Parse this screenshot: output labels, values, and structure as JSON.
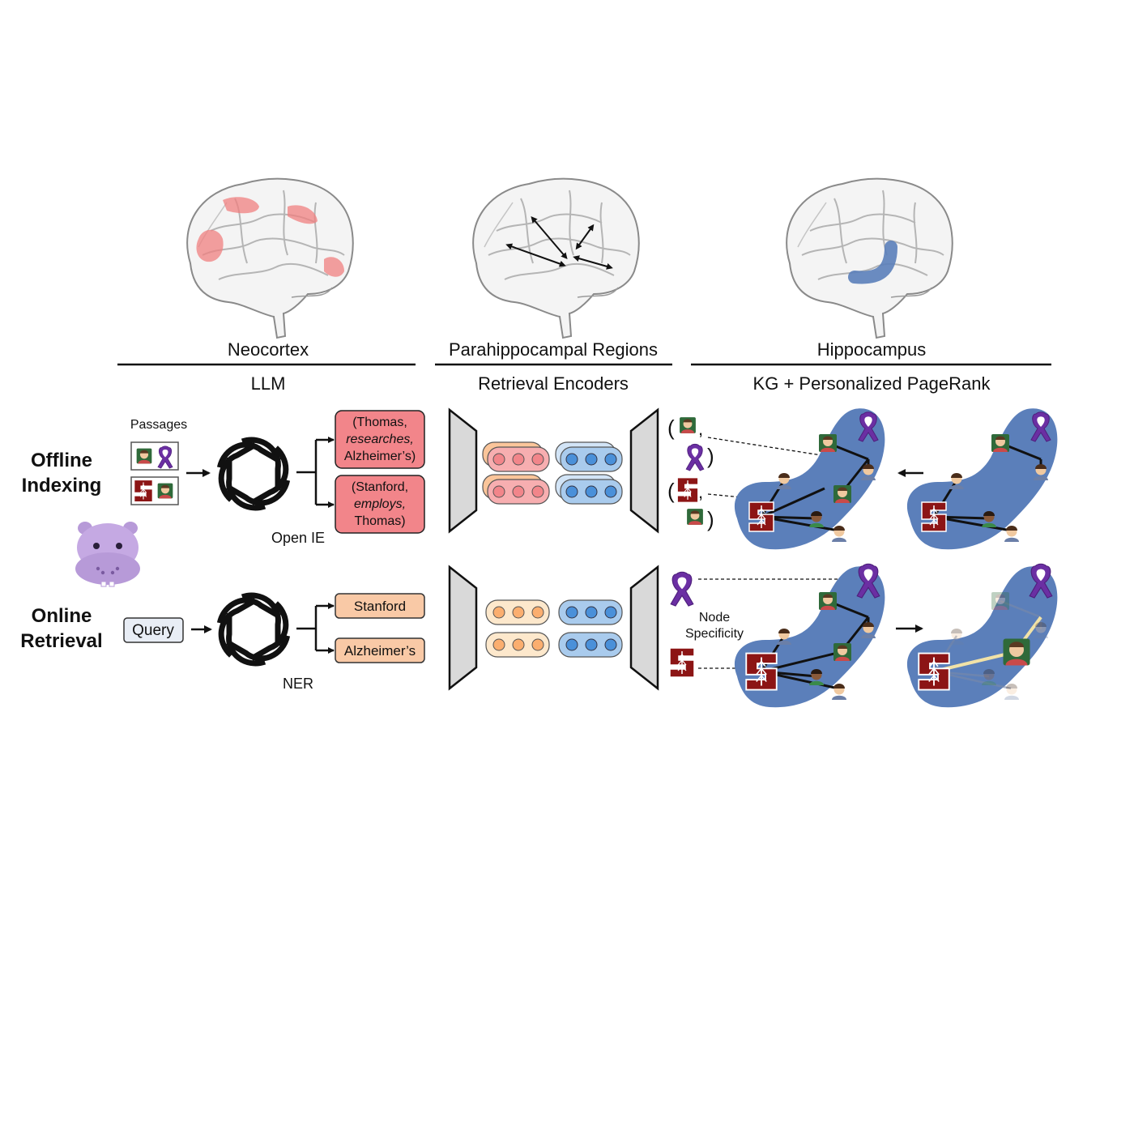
{
  "columns": {
    "neocortex": {
      "region": "Neocortex",
      "component": "LLM"
    },
    "parahippocampal": {
      "region": "Parahippocampal Regions",
      "component": "Retrieval Encoders"
    },
    "hippocampus": {
      "region": "Hippocampus",
      "component": "KG + Personalized PageRank"
    }
  },
  "rows": {
    "offline": {
      "line1": "Offline",
      "line2": "Indexing"
    },
    "online": {
      "line1": "Online",
      "line2": "Retrieval"
    }
  },
  "offline": {
    "passages_label": "Passages",
    "process_label": "Open IE",
    "triples": [
      {
        "subject": "(Thomas,",
        "relation": "researches,",
        "object": "Alzheimer’s)"
      },
      {
        "subject": "(Stanford,",
        "relation": "employs,",
        "object": "Thomas)"
      }
    ]
  },
  "online": {
    "query_label": "Query",
    "process_label": "NER",
    "entities": [
      "Stanford",
      "Alzheimer’s"
    ],
    "node_specificity": {
      "line1": "Node",
      "line2": "Specificity"
    }
  },
  "colors": {
    "triple_fill": "#f2858a",
    "entity_fill": "#f9c9a6",
    "encoder_red": "#f7aeb0",
    "encoder_orange": "#fbc59a",
    "encoder_blue": "#a9cbed",
    "kg_blue": "#5b7fba",
    "stanford_red": "#8c1515",
    "ribbon_purple": "#6b2fa3",
    "ppr_path": "#f1e2a7",
    "hippo_purple": "#b79ad8",
    "brain_highlight_red": "#f08080"
  },
  "icons": {
    "llm": "openai-logo-icon",
    "mascot": "hippo-mascot-icon",
    "stanford": "stanford-tree-logo-icon",
    "alzheimers": "purple-awareness-ribbon-icon",
    "person": "person-avatar-icon"
  }
}
